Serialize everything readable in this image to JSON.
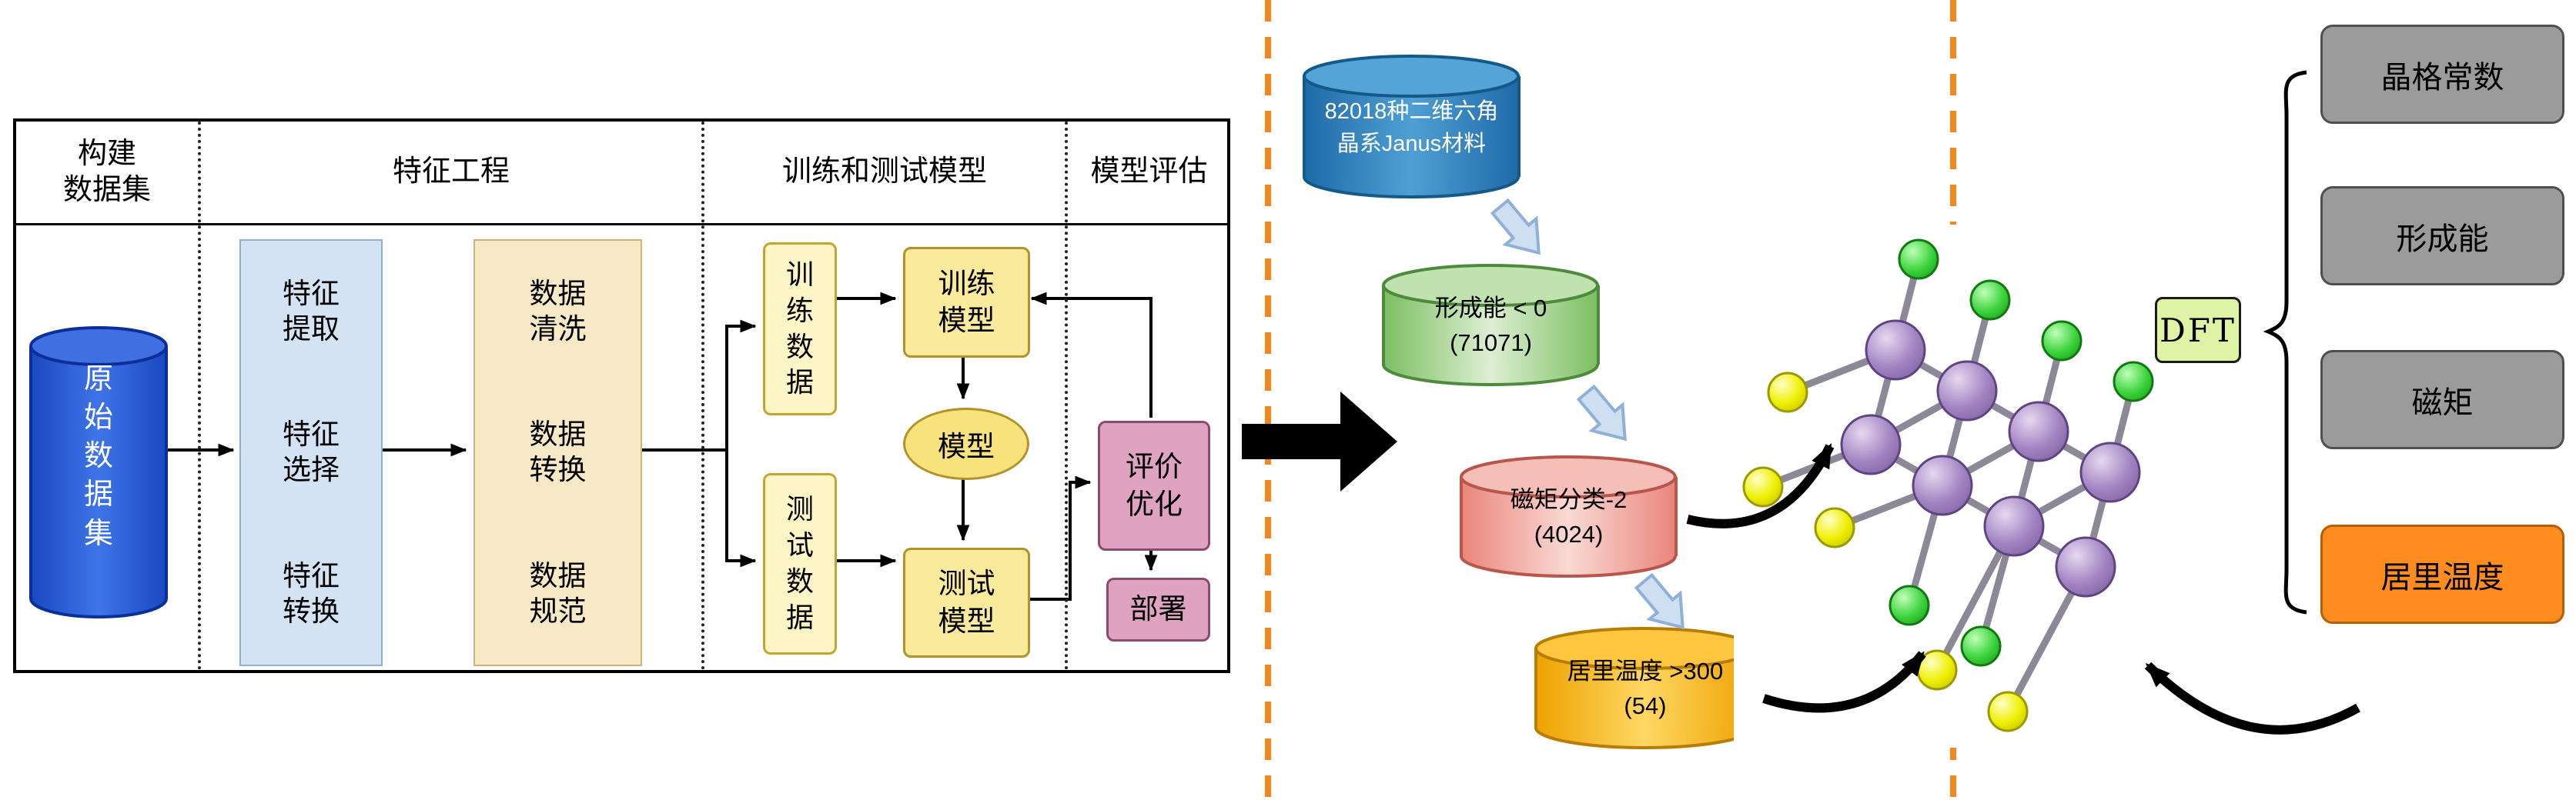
{
  "ml_pipeline": {
    "stages": [
      {
        "label": "构建\n数据集"
      },
      {
        "label": "特征工程"
      },
      {
        "label": "训练和测试模型"
      },
      {
        "label": "模型评估"
      }
    ],
    "raw_dataset": {
      "label": "原\n始\n数\n据\n集"
    },
    "feature_steps": [
      {
        "label": "特征\n提取"
      },
      {
        "label": "特征\n选择"
      },
      {
        "label": "特征\n转换"
      }
    ],
    "data_steps": [
      {
        "label": "数据\n清洗"
      },
      {
        "label": "数据\n转换"
      },
      {
        "label": "数据\n规范"
      }
    ],
    "train_data": {
      "label": "训\n练\n数\n据"
    },
    "test_data": {
      "label": "测\n试\n数\n据"
    },
    "train_model": {
      "label": "训练\n模型"
    },
    "model": {
      "label": "模型"
    },
    "test_model": {
      "label": "测试\n模型"
    },
    "evaluate": {
      "label": "评价\n优化"
    },
    "deploy": {
      "label": "部署"
    }
  },
  "screening_funnel": {
    "databases": [
      {
        "line1": "82018种二维六角",
        "line2": "晶系Janus材料",
        "color": "#2e86c6"
      },
      {
        "line1": "形成能 < 0",
        "line2": "(71071)",
        "color": "#a9d98e"
      },
      {
        "line1": "磁矩分类-2",
        "line2": "(4024)",
        "color": "#f09a90"
      },
      {
        "line1": "居里温度 >300",
        "line2": "(54)",
        "color": "#f6b21a"
      }
    ]
  },
  "dft_panel": {
    "dft_label": "DFT",
    "outputs": [
      {
        "label": "晶格常数",
        "color": "#9b9b9b"
      },
      {
        "label": "形成能",
        "color": "#9b9b9b"
      },
      {
        "label": "磁矩",
        "color": "#9b9b9b"
      },
      {
        "label": "居里温度",
        "color": "#ff8c1e"
      }
    ]
  },
  "colors": {
    "divider_orange": "#f2871c",
    "raw_db_blue": "#2053d8",
    "feature_box_blue": "#d3e3f3",
    "data_box_tan": "#f7e9c6",
    "yellow_box": "#fdf5c6",
    "pink_box": "#dfa2c0",
    "atom_metal_purple": "#9b7fb8",
    "atom_top_green": "#2ecc2e",
    "atom_bottom_yellow": "#e8e800"
  }
}
